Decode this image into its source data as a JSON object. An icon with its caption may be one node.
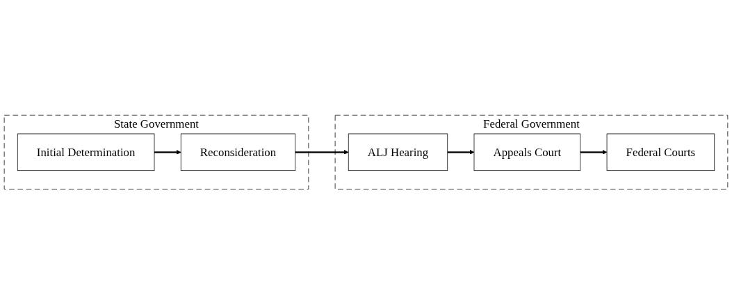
{
  "diagram": {
    "nodes": [
      {
        "text": [
          "State Government"
        ]
      },
      {
        "text": [
          "Initial Determination"
        ],
        "in": 0
      },
      {
        "text": [
          "Reconsideration"
        ],
        "in": 0
      },
      {
        "text": [
          "Federal Government"
        ]
      },
      {
        "text": [
          "Federal Courts"
        ],
        "in": 3
      },
      {
        "text": [
          "Appeals Court"
        ],
        "in": 3
      },
      {
        "text": [
          "ALJ Hearing"
        ],
        "in": 3
      }
    ],
    "edges": [
      {
        "from": 1,
        "to": 2,
        "arrow": "to"
      },
      {
        "from": 2,
        "to": 6,
        "arrow": "to"
      },
      {
        "from": 6,
        "to": 5,
        "arrow": "to"
      },
      {
        "from": 5,
        "to": 4,
        "arrow": "to"
      }
    ]
  }
}
